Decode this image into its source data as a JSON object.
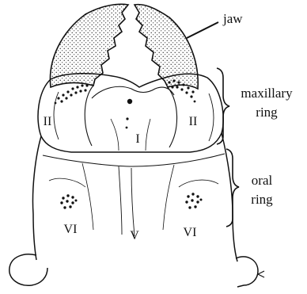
{
  "labels": {
    "jaw": "jaw",
    "maxillary_line1": "maxillary",
    "maxillary_line2": "ring",
    "oral_line1": "oral",
    "oral_line2": "ring"
  },
  "roman": {
    "maxillary_left": "II",
    "maxillary_right": "II",
    "center_upper": "I",
    "oral_left": "VI",
    "oral_center": "V",
    "oral_right": "VI"
  },
  "colors": {
    "ink": "#111111",
    "background": "#ffffff"
  }
}
